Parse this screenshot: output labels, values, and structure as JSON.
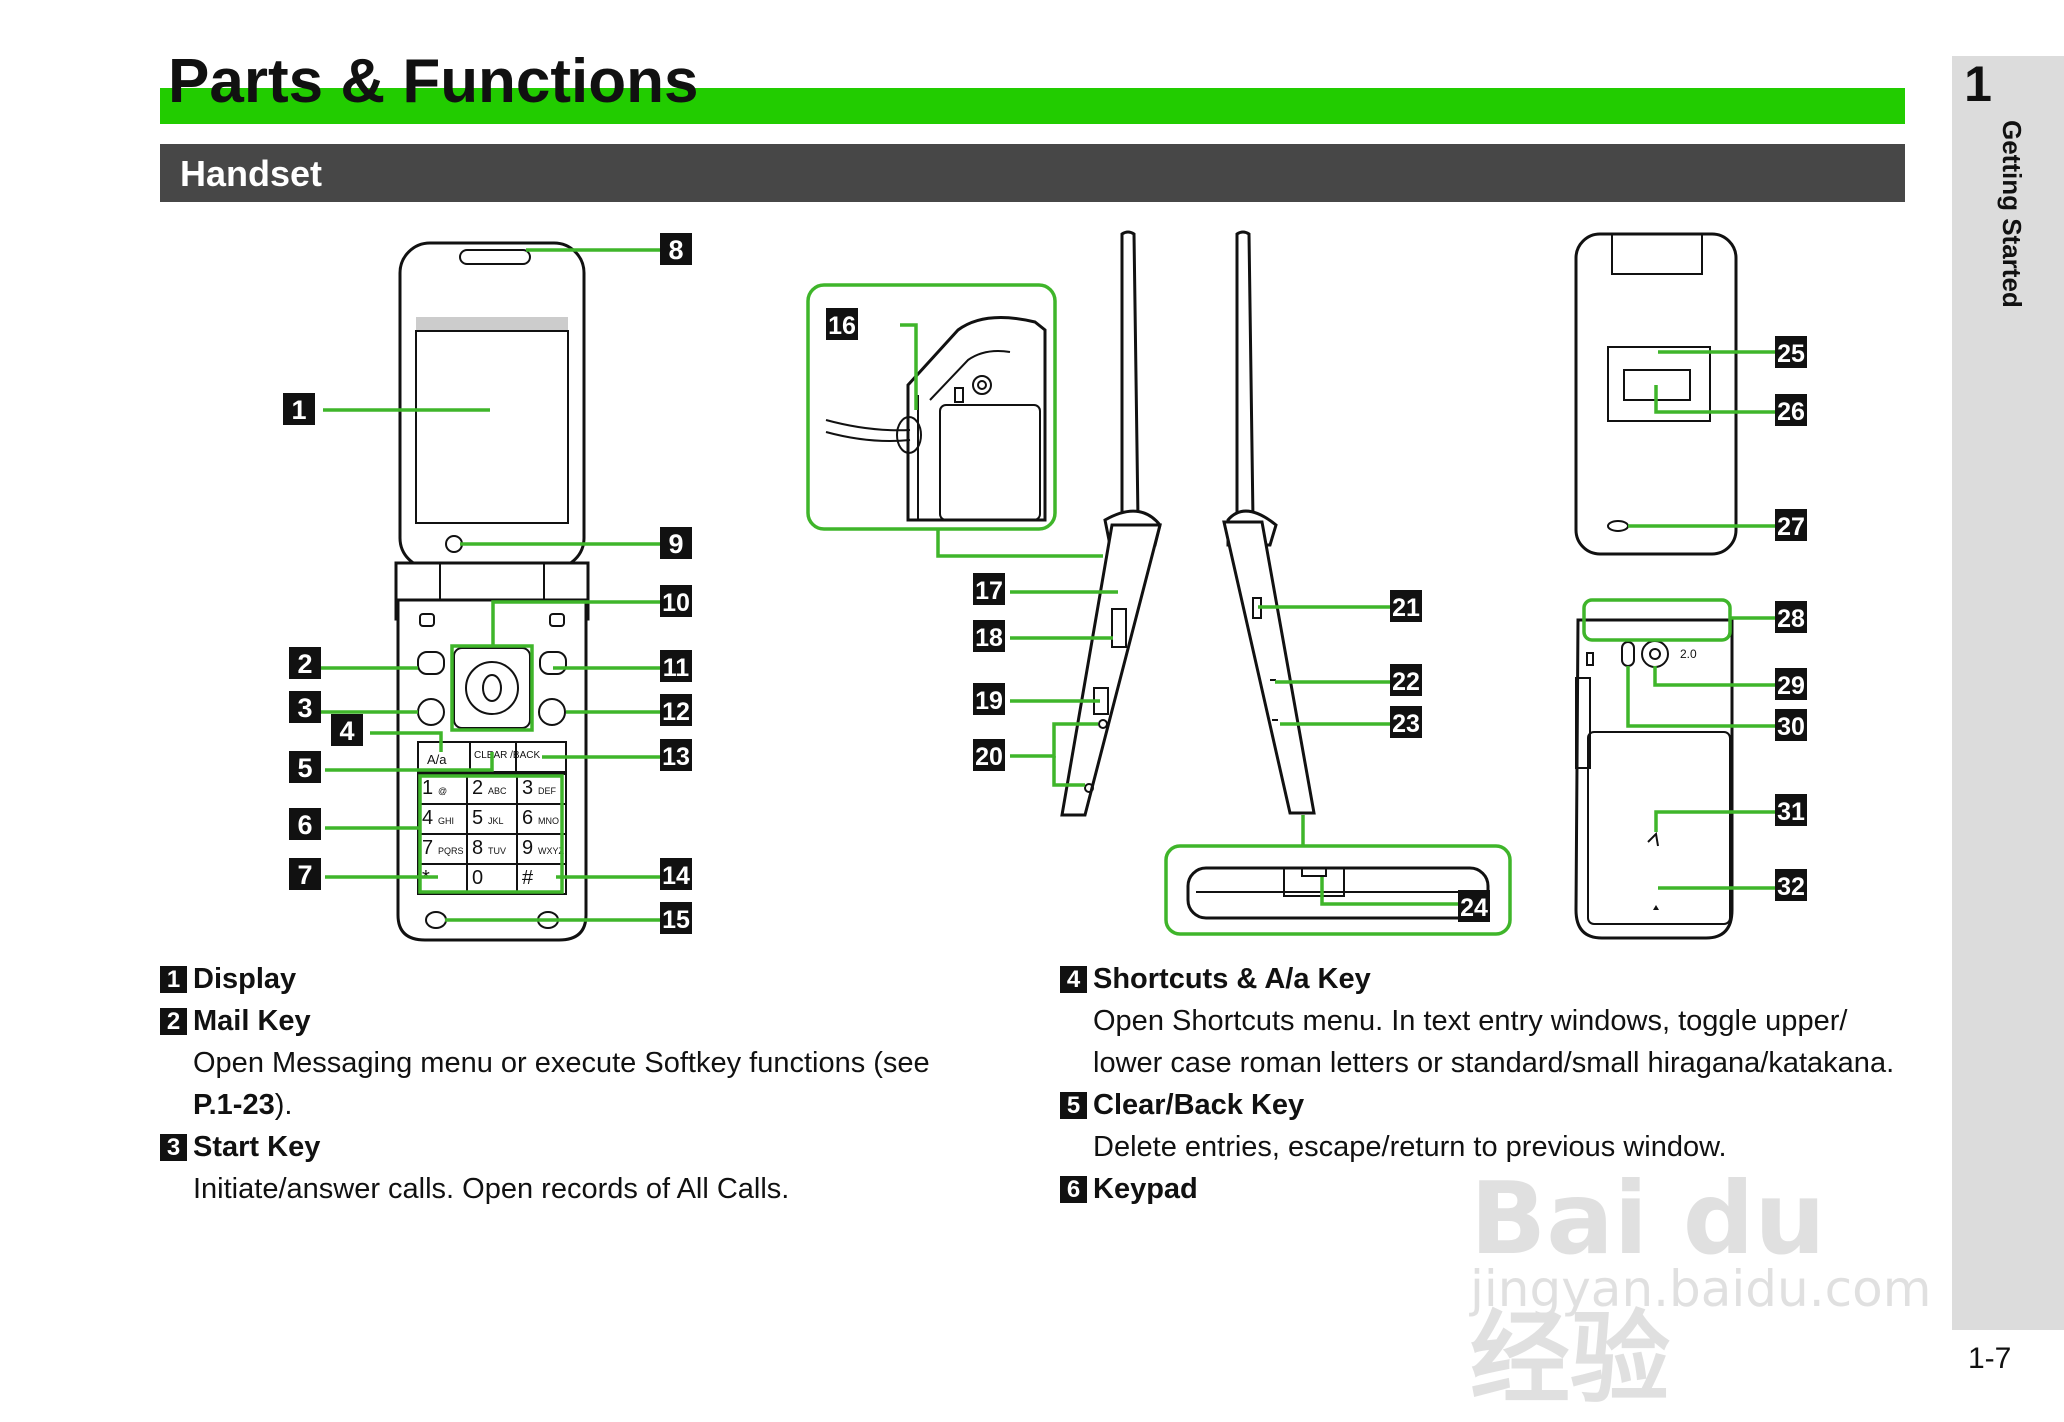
{
  "page": {
    "title": "Parts & Functions",
    "section": "Handset",
    "chapter_number": "1",
    "chapter_label": "Getting Started",
    "page_number": "1-7"
  },
  "callouts": [
    "1",
    "2",
    "3",
    "4",
    "5",
    "6",
    "7",
    "8",
    "9",
    "10",
    "11",
    "12",
    "13",
    "14",
    "15",
    "16",
    "17",
    "18",
    "19",
    "20",
    "21",
    "22",
    "23",
    "24",
    "25",
    "26",
    "27",
    "28",
    "29",
    "30",
    "31",
    "32"
  ],
  "keypad": {
    "keys": [
      "1",
      "2",
      "3",
      "4",
      "5",
      "6",
      "7",
      "8",
      "9",
      "*",
      "0",
      "#"
    ],
    "letters": [
      "@",
      "ABC",
      "DEF",
      "GHI",
      "JKL",
      "MNO",
      "PQRS",
      "TUV",
      "WXYZ",
      "",
      "",
      ""
    ],
    "clear_label": "CLEAR /BACK",
    "aa_label": "A/a",
    "camera_text": "2.0"
  },
  "items_left": [
    {
      "num": "1",
      "name": "Display",
      "desc": []
    },
    {
      "num": "2",
      "name": "Mail Key",
      "desc": [
        "Open Messaging menu or execute Softkey functions (see"
      ],
      "desc_ref": "P.1-23",
      "desc_tail": ")."
    },
    {
      "num": "3",
      "name": "Start Key",
      "desc": [
        "Initiate/answer calls. Open records of All Calls."
      ]
    }
  ],
  "items_right": [
    {
      "num": "4",
      "name": "Shortcuts & A/a Key",
      "desc": [
        "Open Shortcuts menu. In text entry windows, toggle upper/",
        "lower case roman letters or standard/small hiragana/katakana."
      ]
    },
    {
      "num": "5",
      "name": "Clear/Back Key",
      "desc": [
        "Delete entries, escape/return to previous window."
      ]
    },
    {
      "num": "6",
      "name": "Keypad",
      "desc": []
    }
  ],
  "watermark": {
    "main": "Bai du 经验",
    "sub": "jingyan.baidu.com"
  },
  "colors": {
    "accent": "#22cc00",
    "callout_line": "#3fb52a",
    "section": "#474747",
    "side_tab": "#dcdcdc"
  }
}
